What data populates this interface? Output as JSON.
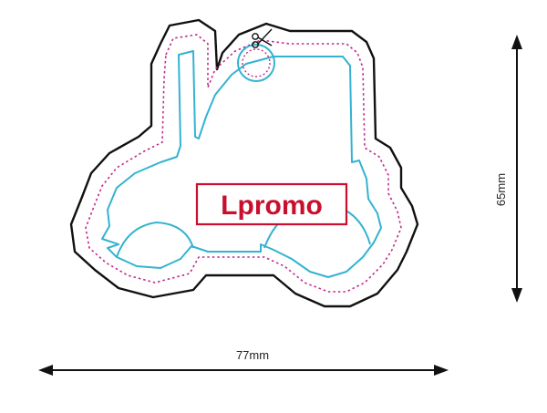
{
  "logo": {
    "text": "Lpromo"
  },
  "dimensions": {
    "width_label": "77mm",
    "height_label": "65mm"
  },
  "colors": {
    "outer_outline": "#111111",
    "cut_line": "#c2288a",
    "shape_outline": "#33b3d1",
    "logo_red": "#c8102e",
    "arrow": "#111111"
  },
  "icons": {
    "cut_mark": "scissors-icon"
  }
}
